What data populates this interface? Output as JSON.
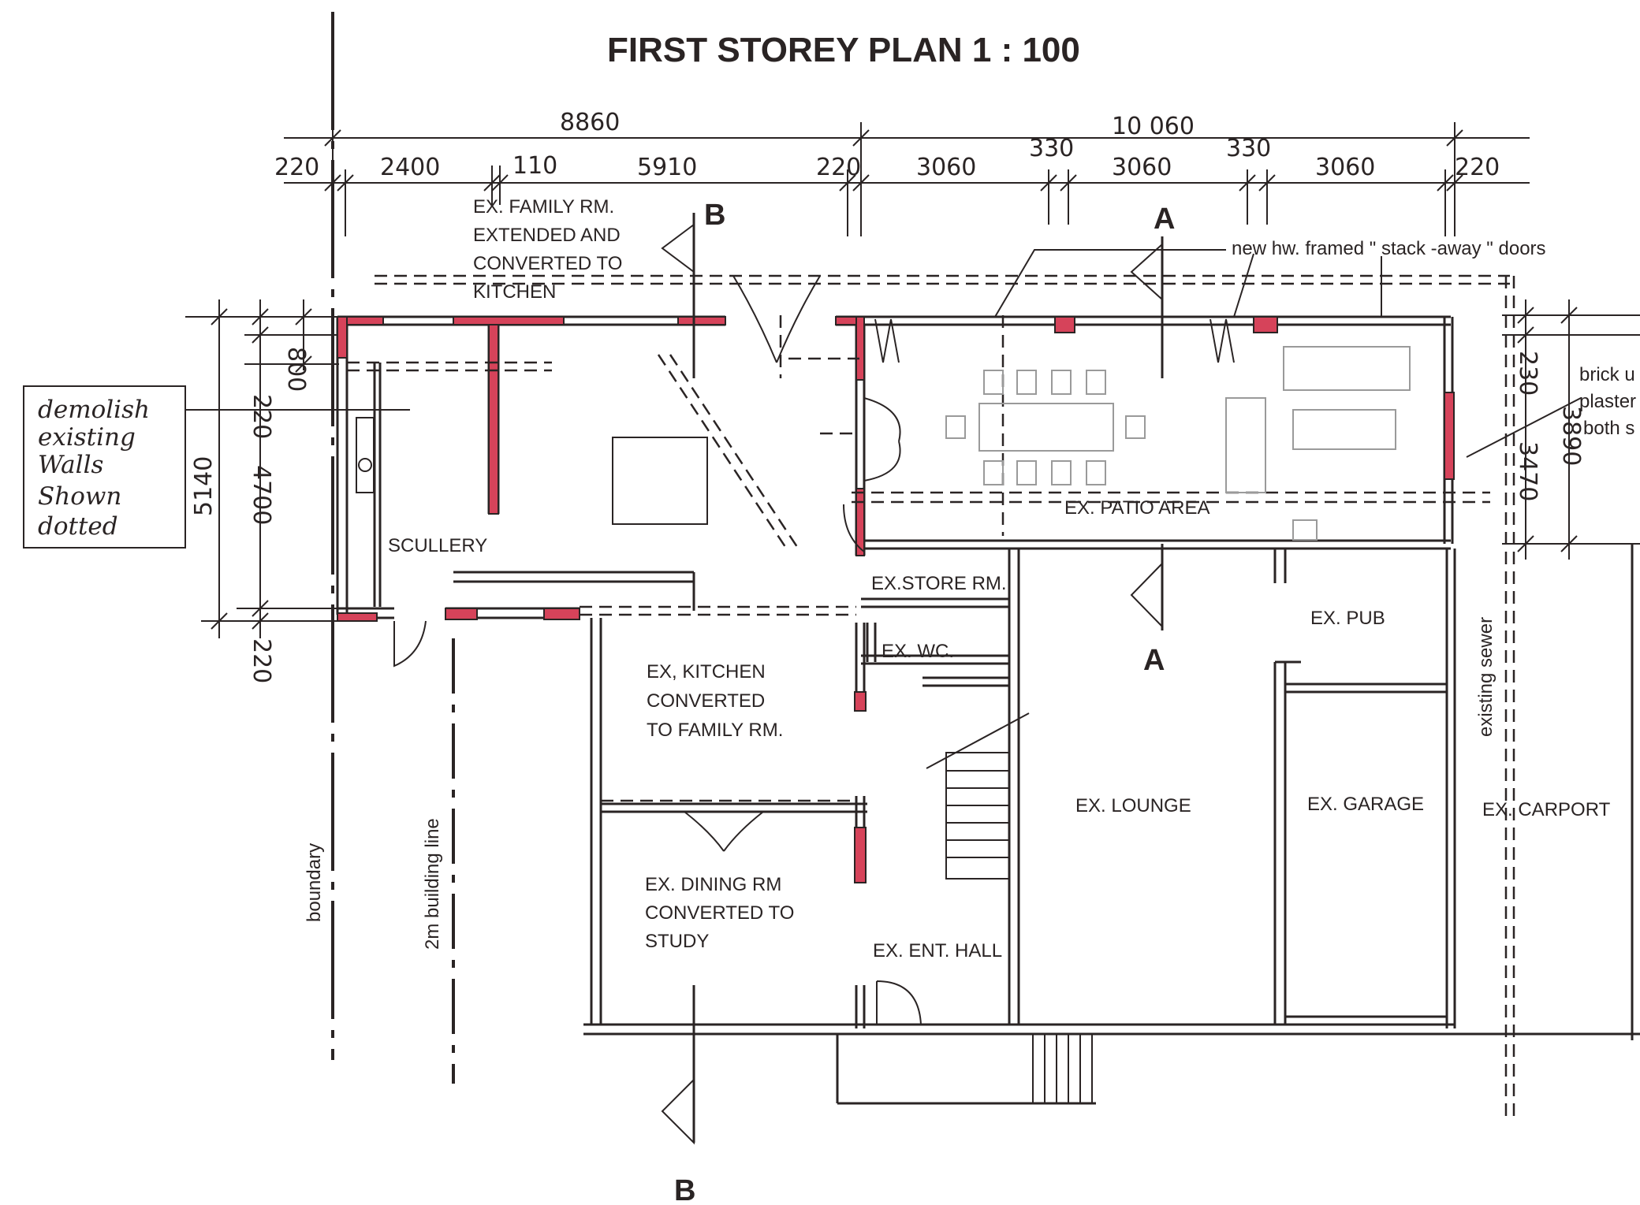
{
  "title": "FIRST STOREY PLAN    1  :  100",
  "dimensions": {
    "top_overall_left": "8860",
    "top_overall_right": "10 060",
    "top_segments": [
      "220",
      "2400",
      "110",
      "5910",
      "220",
      "3060",
      "330",
      "3060",
      "330",
      "3060",
      "220"
    ],
    "left_overall": "5140",
    "left_segments": [
      "220",
      "800",
      "4700",
      "220"
    ],
    "right_segments": [
      "230",
      "3470",
      "3890"
    ]
  },
  "section_markers": {
    "a_top": "A",
    "a_bottom": "A",
    "b_top": "B",
    "b_bottom": "B"
  },
  "rooms": {
    "family_room_ext": [
      "EX. FAMILY RM.",
      "EXTENDED AND",
      "CONVERTED TO",
      "KITCHEN"
    ],
    "scullery": "SCULLERY",
    "patio": "EX. PATIO AREA",
    "store": "EX.STORE RM.",
    "wc": "EX. WC.",
    "kitchen_conv": [
      "EX, KITCHEN",
      "CONVERTED",
      "TO FAMILY RM."
    ],
    "dining_conv": [
      "EX. DINING RM",
      "CONVERTED TO",
      "STUDY"
    ],
    "ent_hall": "EX. ENT. HALL",
    "lounge": "EX. LOUNGE",
    "pub": "EX. PUB",
    "garage": "EX. GARAGE",
    "carport": "EX. CARPORT"
  },
  "notes": {
    "doors": "new hw. framed \" stack -away \" doors",
    "brick": [
      "brick u",
      "plaster",
      "both s"
    ],
    "demolish": [
      "demolish",
      "existing",
      "Walls",
      "Shown",
      "dotted"
    ],
    "sewer": "existing sewer",
    "boundary": "boundary",
    "building_line": "2m   building line"
  },
  "colors": {
    "ink": "#2a2424",
    "new_wall": "#d6435a",
    "furniture": "#9a9a9a"
  }
}
